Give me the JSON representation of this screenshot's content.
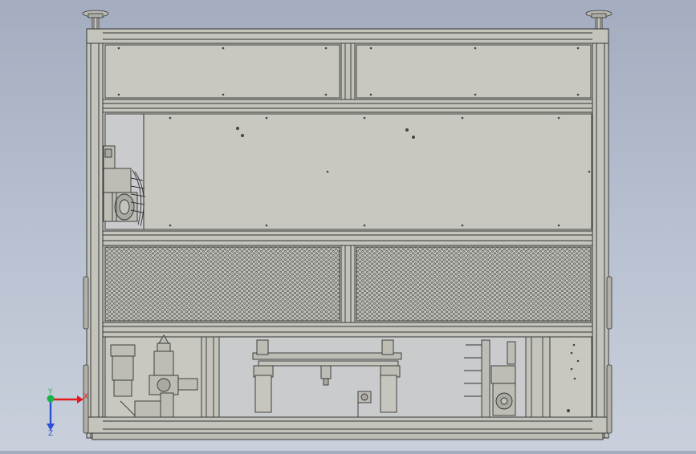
{
  "viewport": {
    "background_top": "#a3adbf",
    "background_bottom": "#c9d0dc",
    "model": "machine-frame-front-view"
  },
  "colors": {
    "frame": "#c4c4bc",
    "panel": "#c8c8c0",
    "mesh": "#c0c0b8",
    "line": "#3a3a3a",
    "axis_x": "#e21a1a",
    "axis_y": "#19b34a",
    "axis_z": "#2b4fd6"
  },
  "triad": {
    "x_label": "X",
    "y_label": "Y",
    "z_label": "Z"
  }
}
